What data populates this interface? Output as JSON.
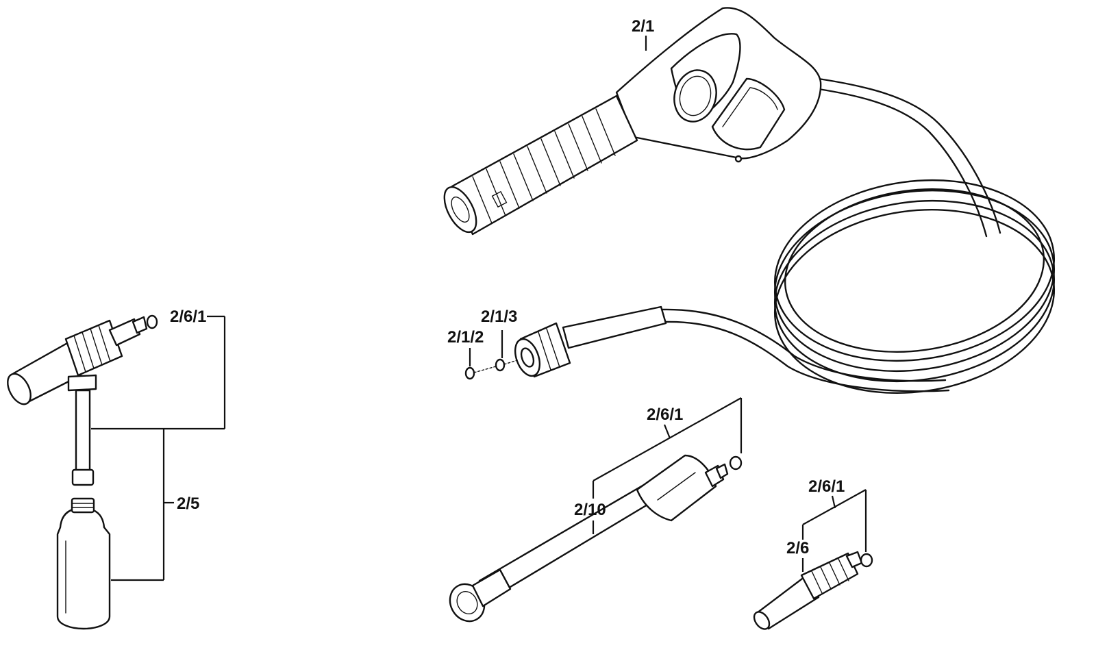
{
  "diagram": {
    "labels": {
      "gun": "2/1",
      "seal_small": "2/1/2",
      "seal_large": "2/1/3",
      "foam_oring": "2/6/1",
      "foam_kit": "2/5",
      "lance_oring": "2/6/1",
      "lance": "2/10",
      "nozzle_oring": "2/6/1",
      "nozzle": "2/6"
    },
    "parts": [
      "trigger-gun",
      "high-pressure-hose",
      "hose-nut",
      "foam-lance",
      "detergent-bottle",
      "spray-lance",
      "rotary-nozzle"
    ]
  }
}
